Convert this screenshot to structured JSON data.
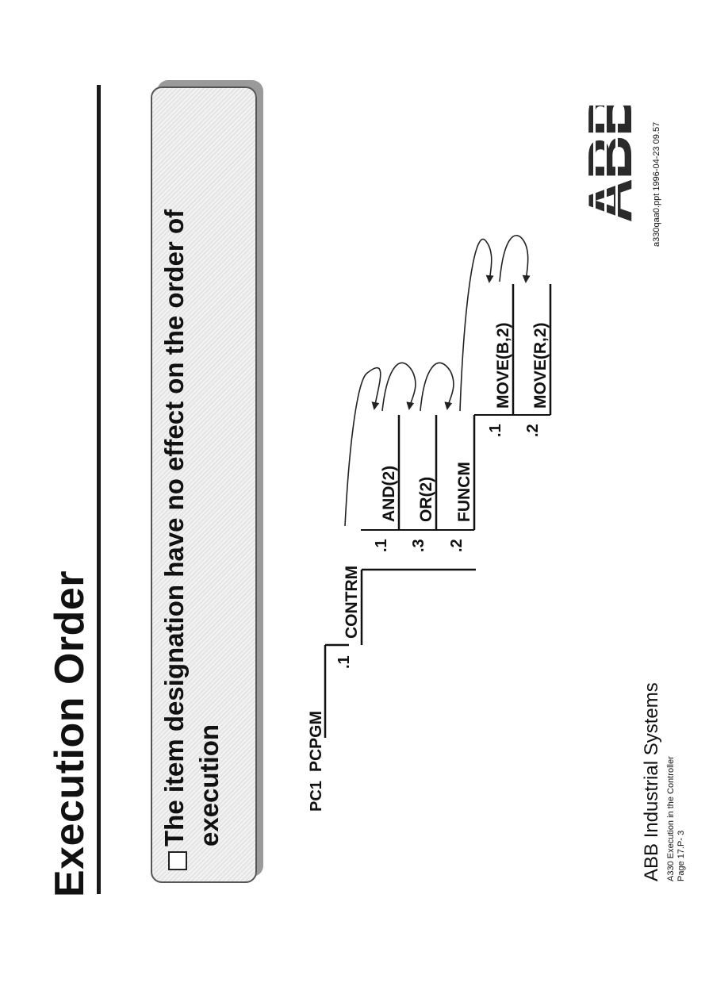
{
  "slide": {
    "title": "Execution Order",
    "bullet": "The item designation have no effect on the order of execution"
  },
  "diagram": {
    "pc_label": "PC1",
    "root": "PCPGM",
    "levels": [
      {
        "index": ".1",
        "name": "CONTRM"
      }
    ],
    "contrm_children": [
      {
        "index": ".1",
        "name": "AND(2)"
      },
      {
        "index": ".3",
        "name": "OR(2)"
      },
      {
        "index": ".2",
        "name": "FUNCM"
      }
    ],
    "funcm_children": [
      {
        "index": ".1",
        "name": "MOVE(B,2)"
      },
      {
        "index": ".2",
        "name": "MOVE(R,2)"
      }
    ]
  },
  "footer": {
    "company": "ABB Industrial Systems",
    "subtitle": "A330 Execution in the Controller",
    "page": "Page 17.P- 3",
    "logo_text": "ABB",
    "file": "a330qaa0.ppt  1996-04-23  09.57"
  },
  "colors": {
    "text": "#111111",
    "banner_fill": "#ececec",
    "banner_shadow": "#9a9a9a"
  }
}
